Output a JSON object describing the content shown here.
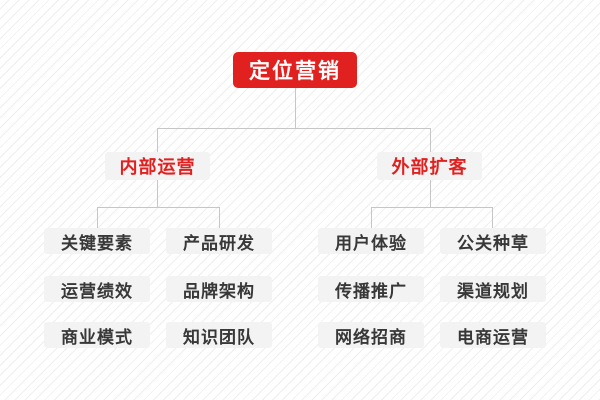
{
  "colors": {
    "accent": "#e12120",
    "line": "#c6c6c6",
    "node_bg": "#f3f3f3",
    "node_text": "#383838"
  },
  "tree": {
    "root": {
      "label": "定位营销"
    },
    "branches": [
      {
        "label": "内部运营",
        "children": [
          "关键要素",
          "产品研发",
          "运营绩效",
          "品牌架构",
          "商业模式",
          "知识团队"
        ]
      },
      {
        "label": "外部扩客",
        "children": [
          "用户体验",
          "公关种草",
          "传播推广",
          "渠道规划",
          "网络招商",
          "电商运营"
        ]
      }
    ]
  }
}
